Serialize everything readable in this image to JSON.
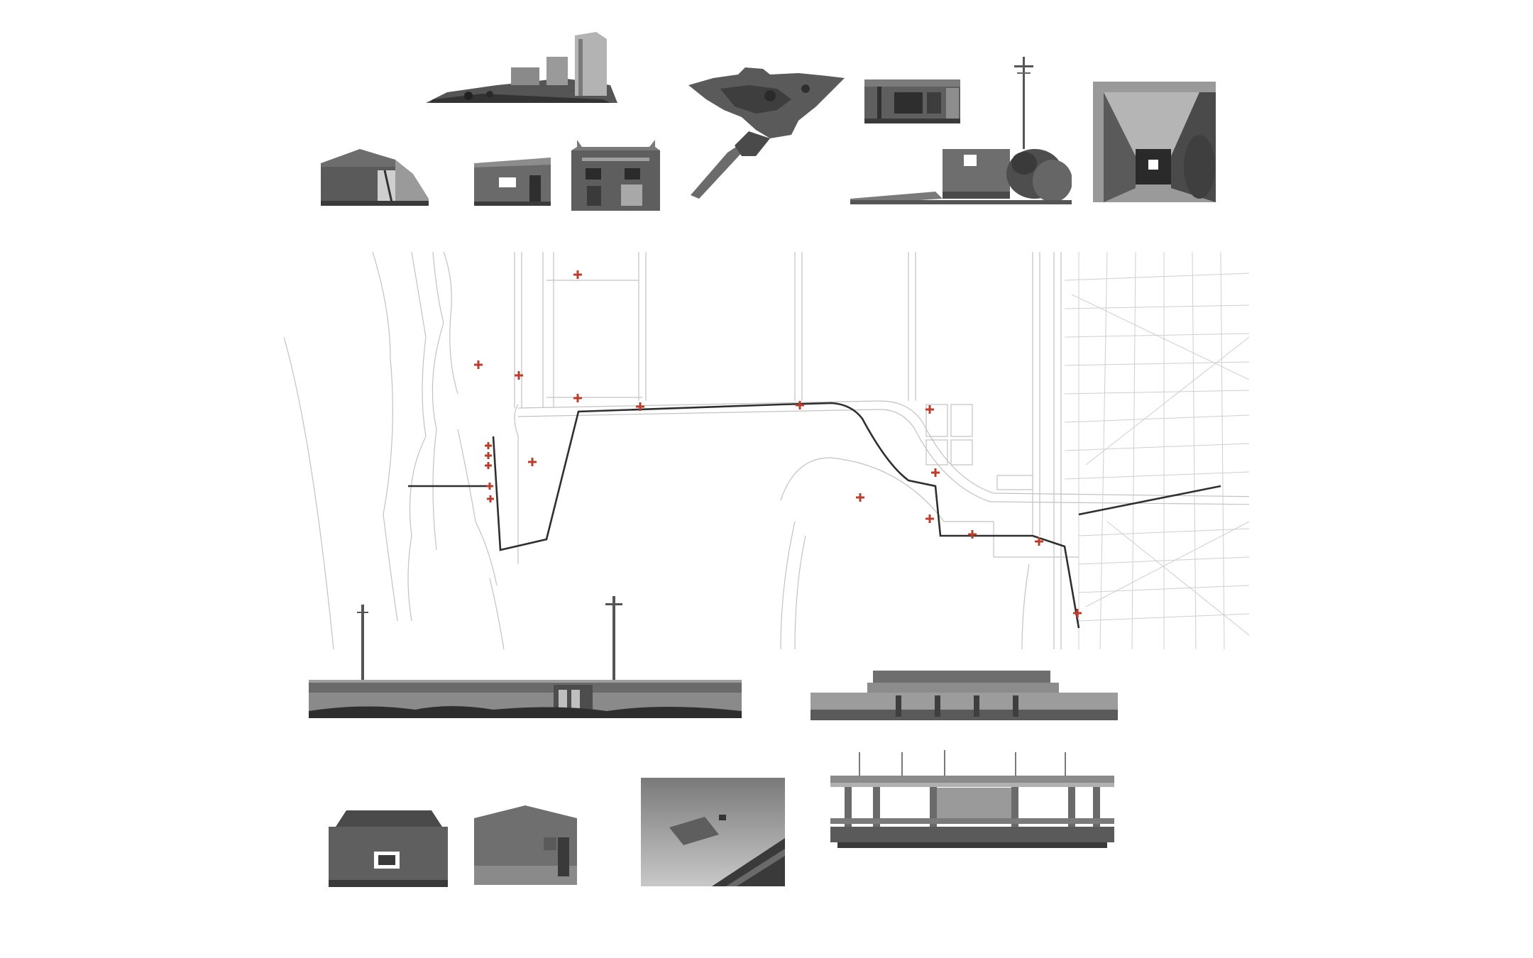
{
  "colors": {
    "background": "#ffffff",
    "plan_lines": "#b9b9b9",
    "route_line": "#333333",
    "site_markers": "#b5402f",
    "photo_dark": "#3a3a3a",
    "photo_mid": "#777777",
    "photo_light": "#bdbdbd"
  },
  "top_row": [
    {
      "name": "ruined-wall-fragment"
    },
    {
      "name": "gabled-shed-ruin"
    },
    {
      "name": "small-hut-with-window"
    },
    {
      "name": "ruined-two-storey-house"
    },
    {
      "name": "aerial-rubble-outcrop"
    },
    {
      "name": "shelter-with-columns"
    },
    {
      "name": "utility-pole"
    },
    {
      "name": "roofless-bunker-with-shrubs"
    },
    {
      "name": "concrete-culvert-tunnel"
    }
  ],
  "site_plan": {
    "marker_icon": "red-cross-marker",
    "marker_count": 19
  },
  "middle_row": [
    {
      "name": "seawall-elevation-with-poles"
    },
    {
      "name": "sluice-gate-elevation"
    }
  ],
  "bottom_row": [
    {
      "name": "tiled-roof-house"
    },
    {
      "name": "gabled-barn-with-door"
    },
    {
      "name": "submerged-structure-photo"
    },
    {
      "name": "pump-station-elevation"
    }
  ]
}
